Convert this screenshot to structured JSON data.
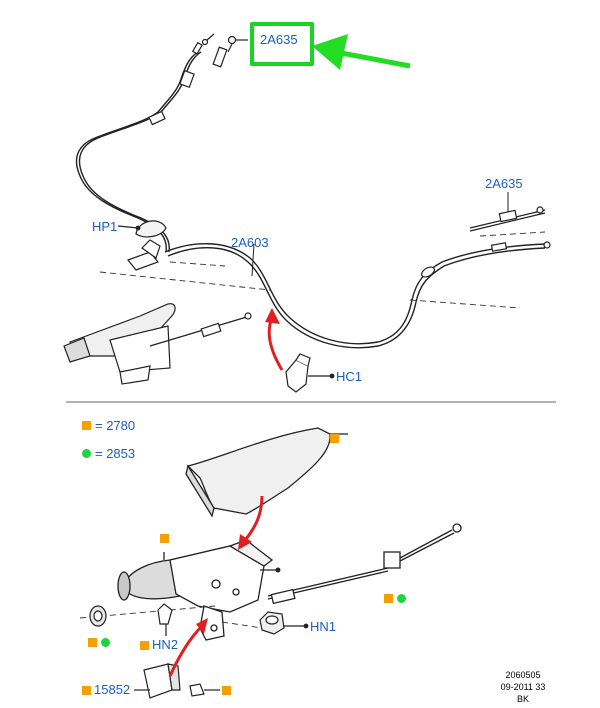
{
  "colors": {
    "label_blue": "#1a5fc0",
    "highlight_green": "#19d421",
    "arrow_green": "#22dd22",
    "arrow_red": "#e02020",
    "orange_marker": "#f5a000",
    "green_marker": "#1fd63a",
    "divider": "#9a9a9a"
  },
  "labels": {
    "cable_front_highlighted": "2A635",
    "cable_rear_right": "2A635",
    "front_cable": "2A603",
    "hp1": "HP1",
    "hc1": "HC1",
    "hn1": "HN1",
    "hn2": "HN2",
    "part_15852": "15852"
  },
  "legend": {
    "orange_square": "= 2780",
    "green_dot": "= 2853"
  },
  "footer": {
    "line1": "2060505",
    "line2": "09-2011 33",
    "line3": "BK"
  },
  "icons": {
    "arrow_green": "green-arrow-icon",
    "arrow_red": "red-arrow-icon",
    "orange_square": "orange-square-marker-icon",
    "green_dot": "green-dot-marker-icon"
  }
}
